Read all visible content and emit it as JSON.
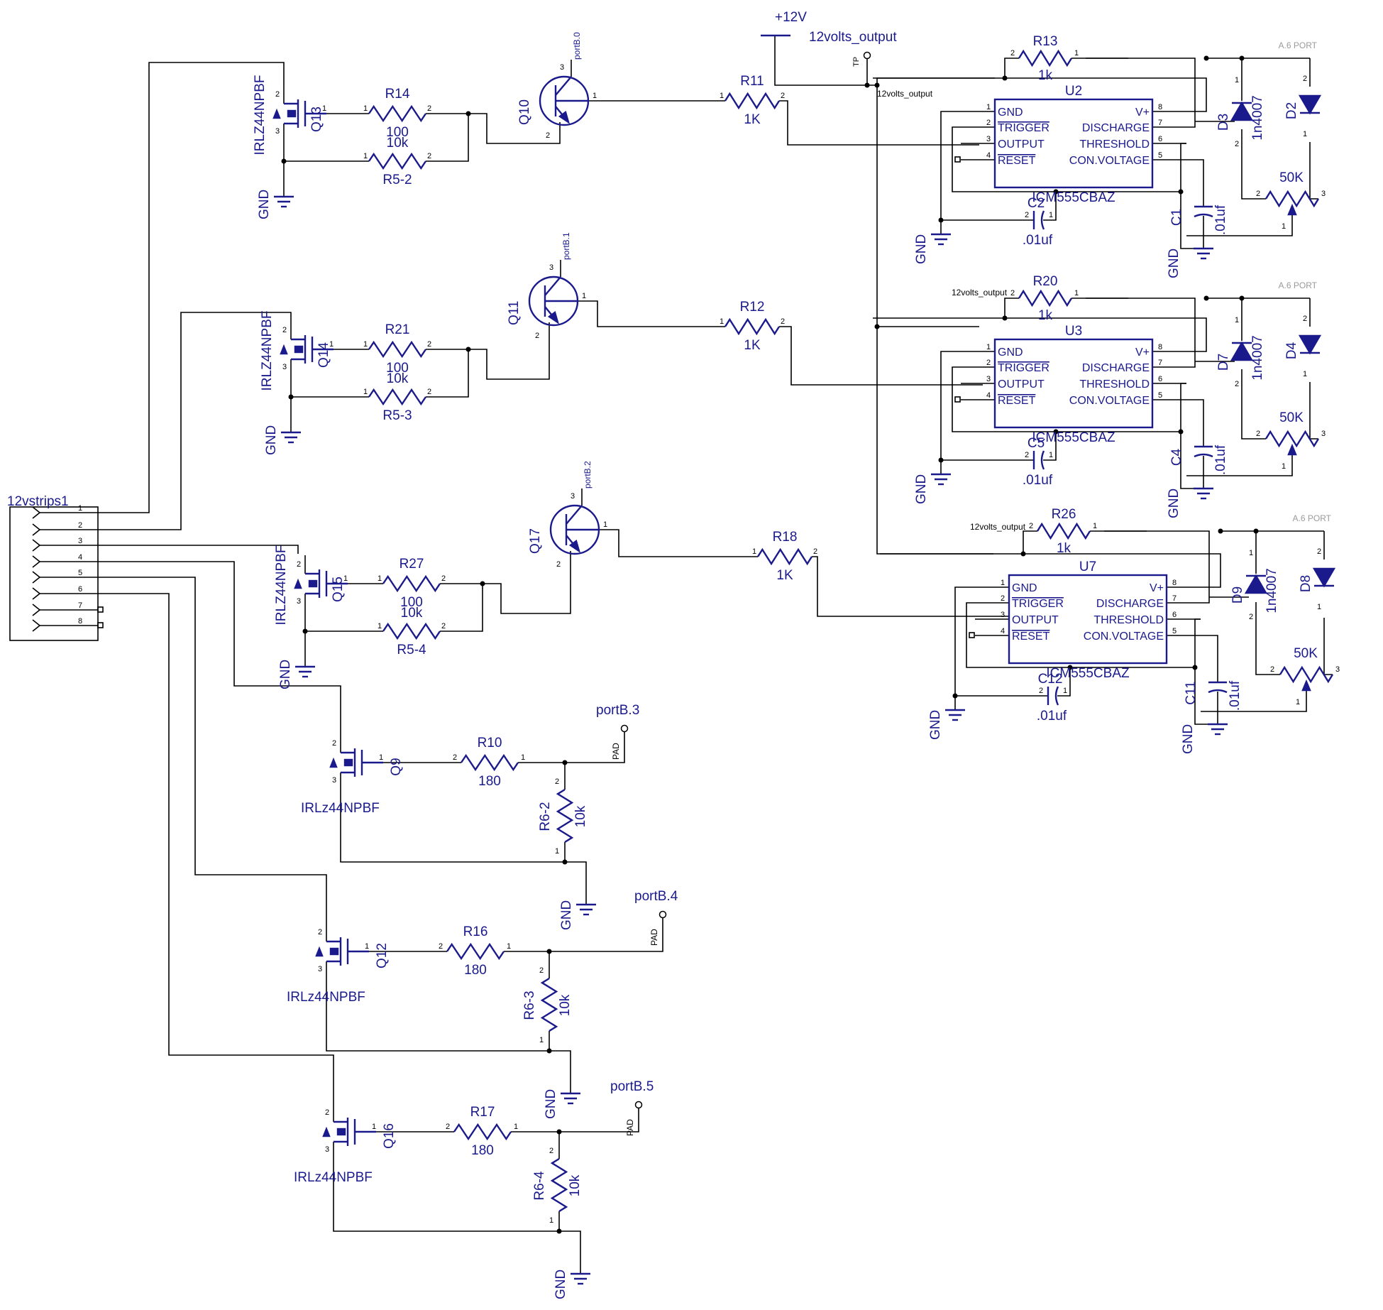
{
  "connector": {
    "label": "12vstrips1",
    "pins": [
      "1",
      "2",
      "3",
      "4",
      "5",
      "6",
      "7",
      "8"
    ]
  },
  "supply": {
    "rail": "+12V",
    "net": "12volts_output",
    "tp": "TP",
    "net_small": "12volts_output",
    "net_r20": "12volts_output",
    "net_r26": "12volts_output"
  },
  "gnd": "GND",
  "pad": "PAD",
  "mosfets": [
    {
      "ref": "Q13",
      "part": "IRLZ44NPBF"
    },
    {
      "ref": "Q14",
      "part": "IRLZ44NPBF"
    },
    {
      "ref": "Q15",
      "part": "IRLZ44NPBF"
    },
    {
      "ref": "Q9",
      "part": "IRLz44NPBF"
    },
    {
      "ref": "Q12",
      "part": "IRLz44NPBF"
    },
    {
      "ref": "Q16",
      "part": "IRLz44NPBF"
    }
  ],
  "bjts": [
    {
      "ref": "Q10",
      "port": "portB.0"
    },
    {
      "ref": "Q11",
      "port": "portB.1"
    },
    {
      "ref": "Q17",
      "port": "portB.2"
    }
  ],
  "resistors": {
    "R14": {
      "ref": "R14",
      "value": "100"
    },
    "R5_2": {
      "ref": "R5-2",
      "value": "10k"
    },
    "R21": {
      "ref": "R21",
      "value": "100"
    },
    "R5_3": {
      "ref": "R5-3",
      "value": "10k"
    },
    "R27": {
      "ref": "R27",
      "value": "100"
    },
    "R5_4": {
      "ref": "R5-4",
      "value": "10k"
    },
    "R11": {
      "ref": "R11",
      "value": "1K"
    },
    "R12": {
      "ref": "R12",
      "value": "1K"
    },
    "R18": {
      "ref": "R18",
      "value": "1K"
    },
    "R13": {
      "ref": "R13",
      "value": "1k"
    },
    "R20": {
      "ref": "R20",
      "value": "1k"
    },
    "R26": {
      "ref": "R26",
      "value": "1k"
    },
    "R10": {
      "ref": "R10",
      "value": "180"
    },
    "R16": {
      "ref": "R16",
      "value": "180"
    },
    "R17": {
      "ref": "R17",
      "value": "180"
    },
    "R6_2": {
      "ref": "R6-2",
      "value": "10k"
    },
    "R6_3": {
      "ref": "R6-3",
      "value": "10k"
    },
    "R6_4": {
      "ref": "R6-4",
      "value": "10k"
    }
  },
  "timers": [
    {
      "ref": "U2",
      "part": "ICM555CBAZ"
    },
    {
      "ref": "U3",
      "part": "ICM555CBAZ"
    },
    {
      "ref": "U7",
      "part": "ICM555CBAZ"
    }
  ],
  "pin_names": {
    "left": [
      "GND",
      "TRIGGER",
      "OUTPUT",
      "RESET"
    ],
    "right": [
      "V+",
      "DISCHARGE",
      "THRESHOLD",
      "CON.VOLTAGE"
    ]
  },
  "caps": {
    "C2": {
      "ref": "C2",
      "value": ".01uf"
    },
    "C1": {
      "ref": "C1",
      "value": ".01uf"
    },
    "C5": {
      "ref": "C5",
      "value": ".01uf"
    },
    "C4": {
      "ref": "C4",
      "value": ".01uf"
    },
    "C12": {
      "ref": "C12",
      "value": ".01uf"
    },
    "C11": {
      "ref": "C11",
      "value": ".01uf"
    }
  },
  "diodes": {
    "D3": {
      "ref": "D3",
      "part": "1n4007"
    },
    "D7": {
      "ref": "D7",
      "part": "1n4007"
    },
    "D9": {
      "ref": "D9",
      "part": "1n4007"
    },
    "D2": {
      "ref": "D2"
    },
    "D4": {
      "ref": "D4"
    },
    "D8": {
      "ref": "D8"
    }
  },
  "pots": {
    "value": "50K"
  },
  "port_tag": "A.6  PORT",
  "pads": [
    "portB.3",
    "portB.4",
    "portB.5"
  ],
  "colors": {
    "ink": "#1a1a8c",
    "wire": "#000000",
    "tag": "#9a9a9a"
  }
}
